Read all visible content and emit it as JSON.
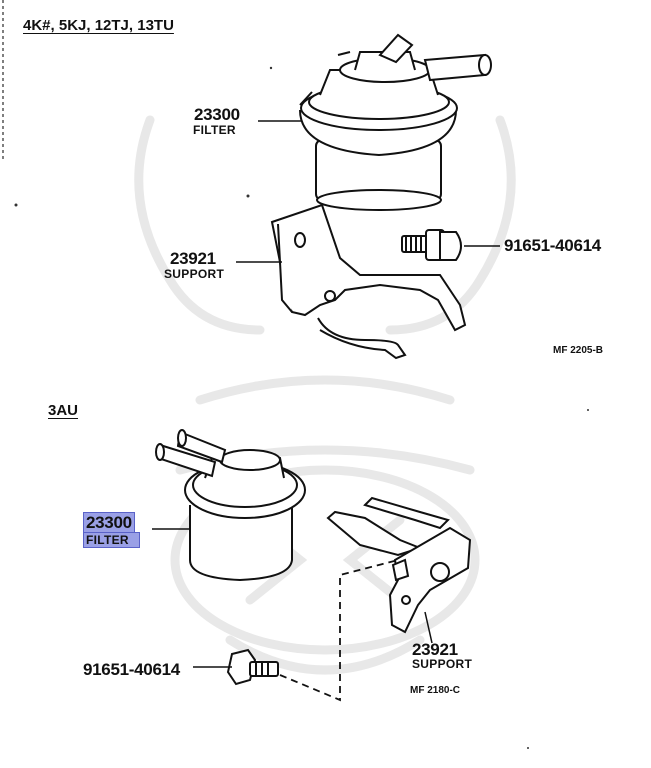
{
  "section_top": {
    "title": "4K#, 5KJ, 12TJ, 13TU"
  },
  "section_bottom": {
    "title": "3AU"
  },
  "top_filter": {
    "part_no": "23300",
    "name": "FILTER"
  },
  "top_support": {
    "part_no": "23921",
    "name": "SUPPORT"
  },
  "top_bolt": {
    "part_no": "91651-40614"
  },
  "top_code": "MF 2205-B",
  "bottom_filter": {
    "part_no": "23300",
    "name": "FILTER",
    "highlight_color": "#9aa0e6"
  },
  "bottom_support": {
    "part_no": "23921",
    "name": "SUPPORT"
  },
  "bottom_bolt": {
    "part_no": "91651-40614"
  },
  "bottom_code": "MF 2180-C",
  "watermark": {
    "icon": "samurai-helmet-watermark",
    "color": "#e6e6e6"
  }
}
